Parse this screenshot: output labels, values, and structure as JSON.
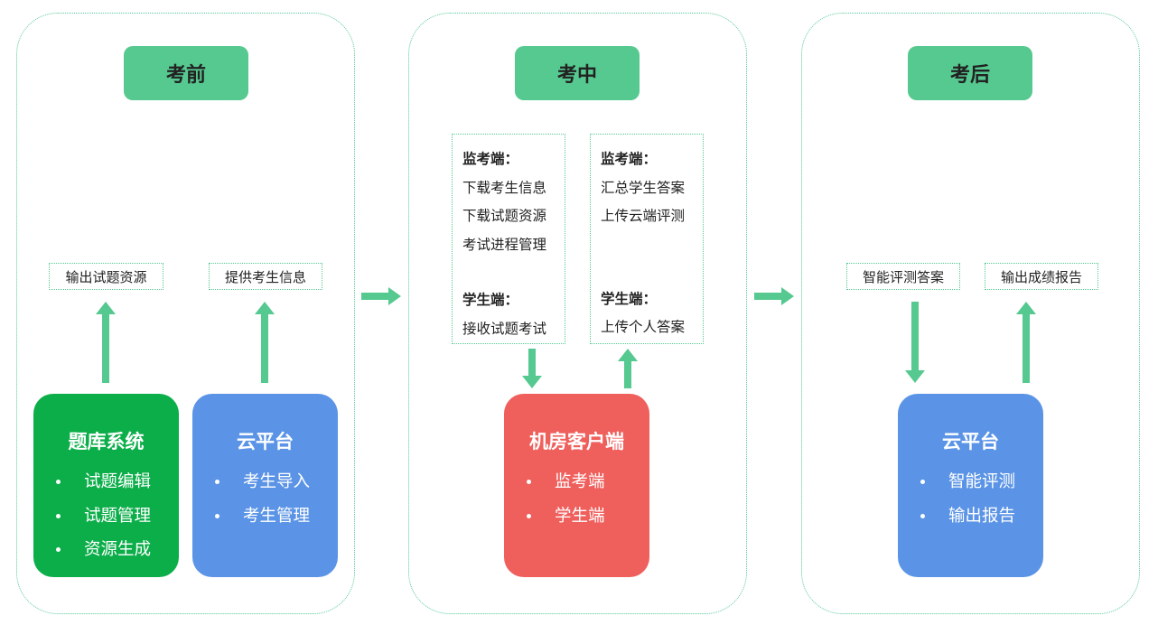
{
  "stages": [
    {
      "title": "考前"
    },
    {
      "title": "考中"
    },
    {
      "title": "考后"
    }
  ],
  "before": {
    "outputs": [
      "输出试题资源",
      "提供考生信息"
    ],
    "cards": [
      {
        "title": "题库系统",
        "items": [
          "试题编辑",
          "试题管理",
          "资源生成"
        ]
      },
      {
        "title": "云平台",
        "items": [
          "考生导入",
          "考生管理"
        ]
      }
    ]
  },
  "during": {
    "left_box": {
      "proctor_header": "监考端：",
      "proctor_items": [
        "下载考生信息",
        "下载试题资源",
        "考试进程管理"
      ],
      "student_header": "学生端：",
      "student_items": [
        "接收试题考试"
      ]
    },
    "right_box": {
      "proctor_header": "监考端：",
      "proctor_items": [
        "汇总学生答案",
        "上传云端评测"
      ],
      "student_header": "学生端：",
      "student_items": [
        "上传个人答案"
      ]
    },
    "card": {
      "title": "机房客户端",
      "items": [
        "监考端",
        "学生端"
      ]
    }
  },
  "after": {
    "inputs": [
      "智能评测答案",
      "输出成绩报告"
    ],
    "card": {
      "title": "云平台",
      "items": [
        "智能评测",
        "输出报告"
      ]
    }
  },
  "colors": {
    "panel_border": "#58c995",
    "stage_tag": "#55c98f",
    "arrow": "#55c98f",
    "card_green": "#0cae4a",
    "card_blue": "#5b94e6",
    "card_red": "#ef5f5c"
  }
}
